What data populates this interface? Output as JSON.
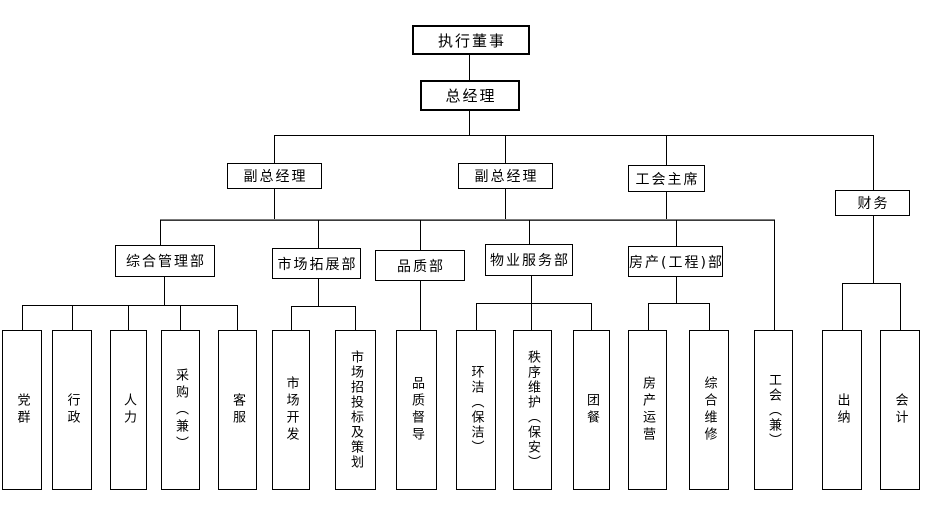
{
  "diagram": {
    "type": "org-chart",
    "background": "#ffffff",
    "line_color": "#000000",
    "nodes": {
      "executive_director": {
        "label": "执行董事"
      },
      "general_manager": {
        "label": "总经理"
      },
      "deputy_gm_1": {
        "label": "副总经理"
      },
      "deputy_gm_2": {
        "label": "副总经理"
      },
      "union_chairman": {
        "label": "工会主席"
      },
      "finance": {
        "label": "财务"
      },
      "general_admin_dept": {
        "label": "综合管理部"
      },
      "market_expansion_dept": {
        "label": "市场拓展部"
      },
      "quality_dept": {
        "label": "品质部"
      },
      "property_service_dept": {
        "label": "物业服务部"
      },
      "real_estate_engineering_dept": {
        "label": "房产(工程)部"
      },
      "party_mass": {
        "label": "党群"
      },
      "administration": {
        "label": "行政"
      },
      "human_resources": {
        "label": "人力"
      },
      "procurement": {
        "label": "采购（兼）"
      },
      "customer_service": {
        "label": "客服"
      },
      "market_development": {
        "label": "市场开发"
      },
      "market_bidding_planning": {
        "label": "市场招投标及策划"
      },
      "quality_supervision": {
        "label": "品质督导"
      },
      "cleaning": {
        "label": "环洁（保洁）"
      },
      "order_maintenance": {
        "label": "秩序维护（保安）"
      },
      "group_catering": {
        "label": "团餐"
      },
      "real_estate_operation": {
        "label": "房产运营"
      },
      "comprehensive_maintenance": {
        "label": "综合维修"
      },
      "labor_union": {
        "label": "工会（兼）"
      },
      "cashier": {
        "label": "出纳"
      },
      "accountant": {
        "label": "会计"
      }
    },
    "edges": [
      {
        "parent": "executive_director",
        "children": [
          "general_manager"
        ]
      },
      {
        "parent": "general_manager",
        "children": [
          "deputy_gm_1",
          "deputy_gm_2",
          "union_chairman",
          "finance"
        ]
      },
      {
        "parent": "deputy_gm_1_2_union_rail",
        "children": [
          "general_admin_dept",
          "market_expansion_dept",
          "quality_dept",
          "property_service_dept",
          "real_estate_engineering_dept",
          "labor_union"
        ]
      },
      {
        "parent": "general_admin_dept",
        "children": [
          "party_mass",
          "administration",
          "human_resources",
          "procurement",
          "customer_service"
        ]
      },
      {
        "parent": "market_expansion_dept",
        "children": [
          "market_development",
          "market_bidding_planning"
        ]
      },
      {
        "parent": "quality_dept",
        "children": [
          "quality_supervision"
        ]
      },
      {
        "parent": "property_service_dept",
        "children": [
          "cleaning",
          "order_maintenance",
          "group_catering"
        ]
      },
      {
        "parent": "real_estate_engineering_dept",
        "children": [
          "real_estate_operation",
          "comprehensive_maintenance"
        ]
      },
      {
        "parent": "finance",
        "children": [
          "cashier",
          "accountant"
        ]
      }
    ]
  }
}
